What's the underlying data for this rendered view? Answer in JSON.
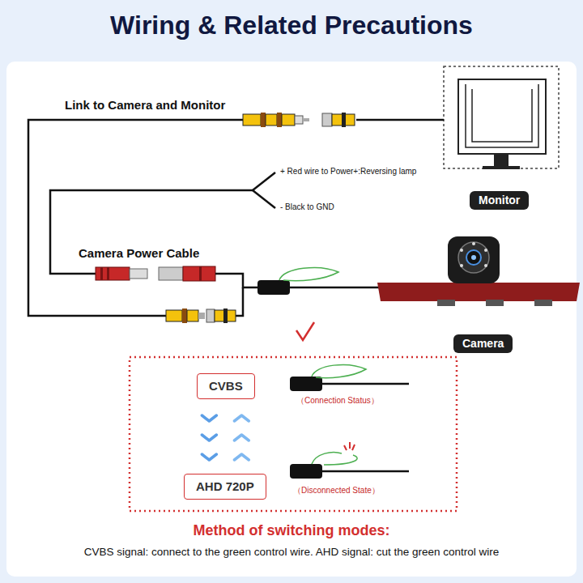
{
  "diagram": {
    "title": "Wiring & Related Precautions",
    "nodes": [
      {
        "text": [
          "Monitor"
        ]
      },
      {
        "text": [
          "Camera"
        ]
      },
      {
        "text": [
          "CVBS"
        ]
      },
      {
        "text": [
          "AHD 720P"
        ]
      }
    ],
    "edges": [
      {
        "from": 2,
        "to": 3,
        "arrow": "both"
      }
    ],
    "labels": [
      "Link to Camera and Monitor",
      "+ Red wire to Power+:Reversing lamp",
      "- Black to GND",
      "Camera Power Cable",
      "（Connection Status）",
      "（Disconnected State）",
      "Method of switching modes:",
      "CVBS signal: connect to the green control wire. AHD signal: cut the green control wire"
    ]
  }
}
